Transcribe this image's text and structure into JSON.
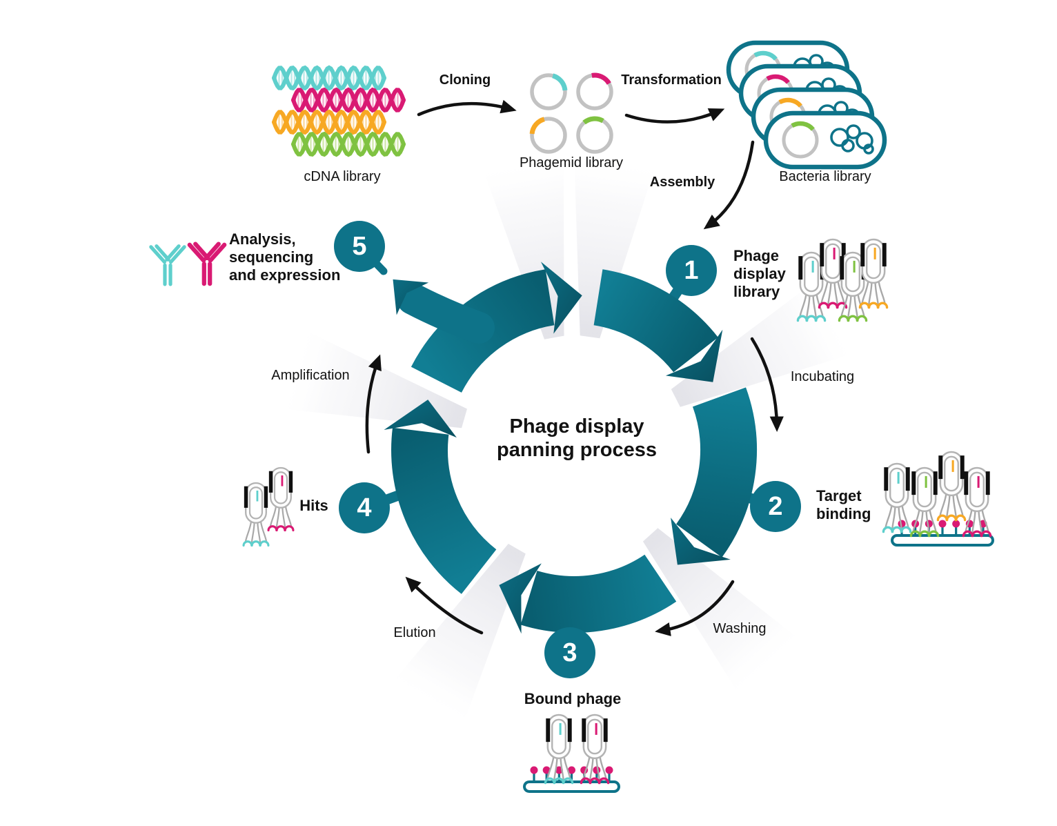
{
  "diagram": {
    "center_title": "Phage display\npanning process",
    "flow": {
      "cdna_label": "cDNA library",
      "cloning_label": "Cloning",
      "phagemid_label": "Phagemid library",
      "transformation_label": "Transformation",
      "bacteria_label": "Bacteria library",
      "assembly_label": "Assembly"
    },
    "steps": [
      {
        "num": "1",
        "label": "Phage\ndisplay\nlibrary"
      },
      {
        "num": "2",
        "label": "Target\nbinding"
      },
      {
        "num": "3",
        "label": "Bound phage"
      },
      {
        "num": "4",
        "label": "Hits"
      },
      {
        "num": "5",
        "label": "Analysis,\nsequencing\nand expression"
      }
    ],
    "transitions": [
      {
        "label": "Incubating"
      },
      {
        "label": "Washing"
      },
      {
        "label": "Elution"
      },
      {
        "label": "Amplification"
      }
    ],
    "colors": {
      "teal": "#0e7389",
      "teal_dark": "#095e70",
      "cyan": "#5ecfcc",
      "magenta": "#d91a73",
      "orange": "#f7a823",
      "green": "#7fc241",
      "gray": "#b3b3b3",
      "leg_gray": "#a8a8a8",
      "ray": "#e2e2e8"
    }
  }
}
